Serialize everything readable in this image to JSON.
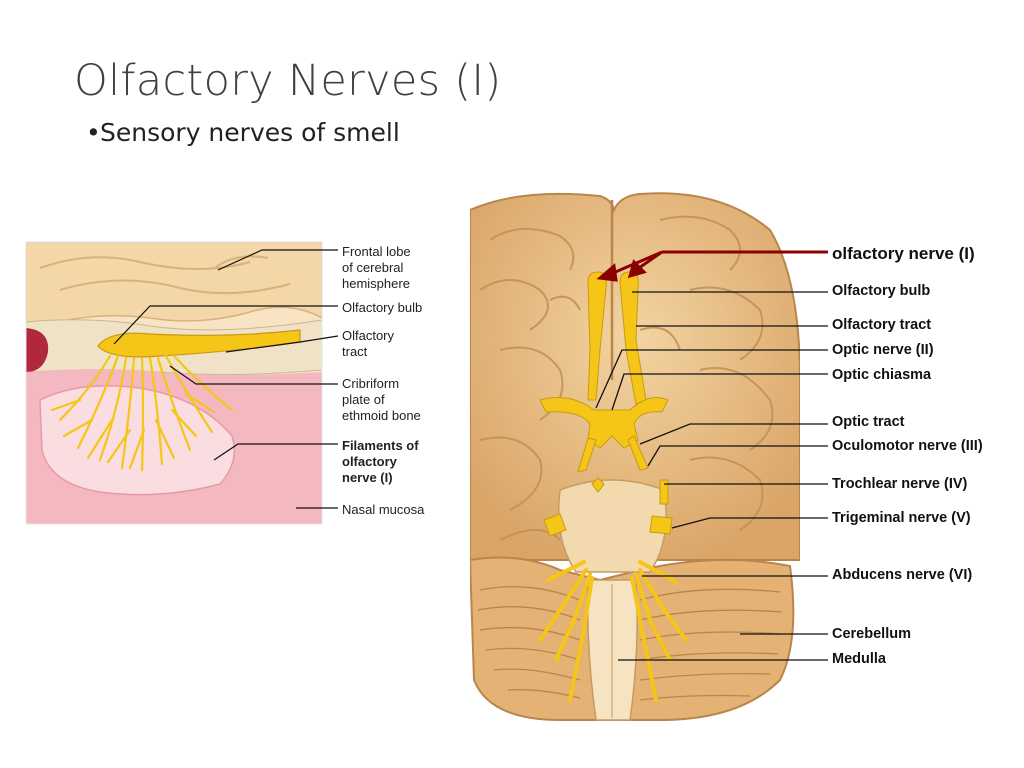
{
  "slide": {
    "title": "Olfactory Nerves (I)",
    "bullet": "Sensory nerves of smell"
  },
  "left_figure": {
    "labels": {
      "frontal_lobe": [
        "Frontal lobe",
        "of cerebral",
        "hemisphere"
      ],
      "olfactory_bulb": "Olfactory bulb",
      "olfactory_tract": [
        "Olfactory",
        "tract"
      ],
      "cribriform_plate": [
        "Cribriform",
        "plate of",
        "ethmoid bone"
      ],
      "filaments": [
        "Filaments of",
        "olfactory",
        "nerve (I)"
      ],
      "nasal_mucosa": "Nasal mucosa"
    }
  },
  "right_figure": {
    "labels": {
      "olfactory_nerve": "olfactory nerve (I)",
      "olfactory_bulb": "Olfactory bulb",
      "olfactory_tract": "Olfactory tract",
      "optic_nerve": "Optic nerve (II)",
      "optic_chiasma": "Optic chiasma",
      "optic_tract": "Optic tract",
      "oculomotor_nerve": "Oculomotor nerve (III)",
      "trochlear_nerve": "Trochlear nerve (IV)",
      "trigeminal_nerve": "Trigeminal nerve (V)",
      "abducens_nerve": "Abducens nerve (VI)",
      "cerebellum": "Cerebellum",
      "medulla": "Medulla"
    },
    "arrow_color": "#8b0000"
  },
  "colors": {
    "nerve_yellow": "#f5c518",
    "brain_tan": "#e6b97c",
    "mucosa_pink": "#f4b8c0"
  }
}
